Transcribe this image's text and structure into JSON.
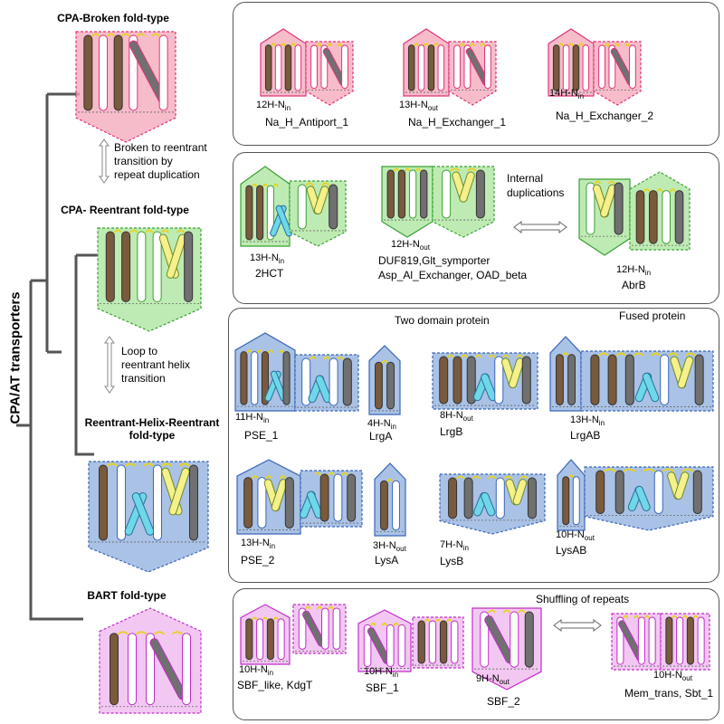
{
  "side_title": "CPA/AT transporters",
  "folds": {
    "broken": "CPA-Broken fold-type",
    "reentrant": "CPA- Reentrant fold-type",
    "rhr_line1": "Reentrant-Helix-Reentrant",
    "rhr_line2": "fold-type",
    "bart": "BART fold-type"
  },
  "transitions": {
    "t1_l1": "Broken to reentrant",
    "t1_l2": "transition by",
    "t1_l3": " repeat duplication",
    "t2_l1": "Loop to",
    "t2_l2": "reentrant helix",
    "t2_l3": "transition"
  },
  "panel1": {
    "items": [
      {
        "topo": "12H-N",
        "sub": "in",
        "name": "Na_H_Antiport_1"
      },
      {
        "topo": "13H-N",
        "sub": "out",
        "name": "Na_H_Exchanger_1"
      },
      {
        "topo": "14H-N",
        "sub": "in",
        "name": "Na_H_Exchanger_2"
      }
    ]
  },
  "panel2": {
    "note_l1": "Internal",
    "note_l2": "duplications",
    "items": [
      {
        "topo": "13H-N",
        "sub": "in",
        "name": "2HCT"
      },
      {
        "topo": "12H-N",
        "sub": "out",
        "name": "DUF819,Glt_symporter",
        "name2": "Asp_Al_Exchanger, OAD_beta"
      },
      {
        "topo": "12H-N",
        "sub": "in",
        "name": "AbrB"
      }
    ]
  },
  "panel3": {
    "note_two": "Two domain protein",
    "note_fused": "Fused protein",
    "items": [
      {
        "topo": "11H-N",
        "sub": "in",
        "name": "PSE_1"
      },
      {
        "topo": "4H-N",
        "sub": "in",
        "name": "LrgA"
      },
      {
        "topo": "8H-N",
        "sub": "out",
        "name": "LrgB"
      },
      {
        "topo": "13H-N",
        "sub": "in",
        "name": "LrgAB"
      },
      {
        "topo": "13H-N",
        "sub": "in",
        "name": "PSE_2"
      },
      {
        "topo": "3H-N",
        "sub": "out",
        "name": "LysA"
      },
      {
        "topo": "7H-N",
        "sub": "in",
        "name": "LysB"
      },
      {
        "topo": "10H-N",
        "sub": "out",
        "name": "LysAB"
      }
    ]
  },
  "panel4": {
    "note": "Shuffling of repeats",
    "items": [
      {
        "topo": "10H-N",
        "sub": "in",
        "name": "SBF_like, KdgT"
      },
      {
        "topo": "10H-N",
        "sub": "in",
        "name": "SBF_1"
      },
      {
        "topo": "9H-N",
        "sub": "out",
        "name": "SBF_2"
      },
      {
        "topo": "10H-N",
        "sub": "out",
        "name": "Mem_trans, Sbt_1"
      }
    ]
  },
  "colors": {
    "pink": "#f4a6b8",
    "pink_edge": "#e0337a",
    "green": "#a8e49a",
    "green_edge": "#3aa034",
    "blue": "#8eaede",
    "blue_edge": "#3a66b8",
    "magenta": "#eeb6ee",
    "magenta_edge": "#c02ec8",
    "helix_brown": "#7a5a3c",
    "helix_cream": "#fbeedd",
    "helix_yellow": "#f6f08a",
    "helix_cyan": "#6ed8e8",
    "helix_grey": "#707070",
    "tree": "#555555"
  }
}
